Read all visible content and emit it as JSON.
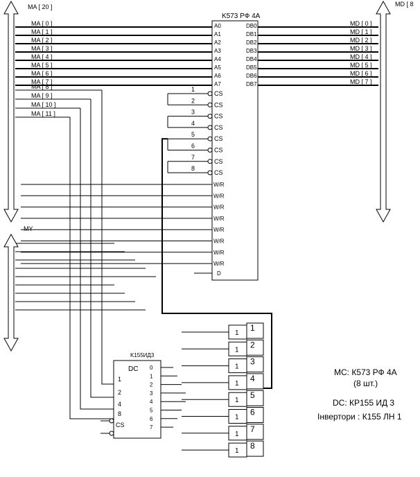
{
  "buses": {
    "ma_label": "MA [ 20 ]",
    "md_label": "MD [ 8",
    "mu_label": "MY"
  },
  "memory_chip": {
    "title": "K573 РФ 4А",
    "address_pins": [
      "A0",
      "A1",
      "A2",
      "A3",
      "A4",
      "A5",
      "A6",
      "A7"
    ],
    "data_pins": [
      "DB0",
      "DB1",
      "DB2",
      "DB3",
      "DB4",
      "DB5",
      "DB6",
      "DB7"
    ],
    "cs_pins": [
      "CS",
      "CS",
      "CS",
      "CS",
      "CS",
      "CS",
      "CS",
      "CS"
    ],
    "cs_numbers": [
      "1",
      "2",
      "3",
      "4",
      "5",
      "6",
      "7",
      "8"
    ],
    "wr_pins": [
      "W/R",
      "W/R",
      "W/R",
      "W/R",
      "W/R",
      "W/R",
      "W/R",
      "W/R"
    ],
    "d_pin": "D"
  },
  "ma_lines": [
    "MA [ 0 ]",
    "MA [ 1 ]",
    "MA [ 2 ]",
    "MA [ 3 ]",
    "MA [ 4 ]",
    "MA [ 5 ]",
    "MA [ 6 ]",
    "MA [ 7 ]",
    "MA [ 8 ]",
    "MA [ 9 ]",
    "MA [ 10 ]",
    "MA [ 11 ]"
  ],
  "md_lines": [
    "MD [ 0 ]",
    "MD [ 1 ]",
    "MD [ 2 ]",
    "MD [ 3 ]",
    "MD [ 4 ]",
    "MD [ 5 ]",
    "MD [ 6 ]",
    "MD [ 7 ]"
  ],
  "decoder": {
    "title": "K155ИД3",
    "label": "DC",
    "inputs": [
      "1",
      "2",
      "4",
      "8"
    ],
    "cs_label": "CS",
    "outputs": [
      "0",
      "1",
      "2",
      "3",
      "4",
      "5",
      "6",
      "7"
    ]
  },
  "inverters": {
    "gate_label": "1",
    "outputs": [
      "1",
      "2",
      "3",
      "4",
      "5",
      "6",
      "7",
      "8"
    ]
  },
  "legend": {
    "line1": "МС: К573 РФ 4А",
    "line2": "(8 шт.)",
    "line3": "DC: КР155 ИД 3",
    "line4": "Інвертори : К155 ЛН 1"
  }
}
